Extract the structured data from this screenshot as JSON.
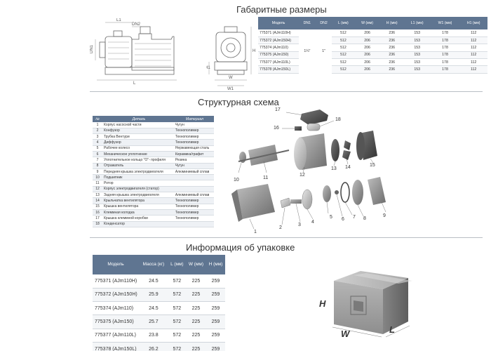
{
  "titles": {
    "dimensions": "Габаритные размеры",
    "structure": "Структурная схема",
    "packaging": "Информация об упаковке"
  },
  "dimensions_table": {
    "headers": [
      "Модель",
      "DN1",
      "DN2",
      "L (мм)",
      "W (мм)",
      "H (мм)",
      "L1 (мм)",
      "W1 (мм)",
      "H1 (мм)"
    ],
    "dn1": "1¼\"",
    "dn2": "1\"",
    "rows": [
      {
        "model": "775371 (AJm110H)",
        "L": "512",
        "W": "206",
        "H": "236",
        "L1": "153",
        "W1": "178",
        "H1": "112"
      },
      {
        "model": "775372 (AJm150H)",
        "L": "512",
        "W": "206",
        "H": "236",
        "L1": "153",
        "W1": "178",
        "H1": "112"
      },
      {
        "model": "775374 (AJm110)",
        "L": "512",
        "W": "206",
        "H": "236",
        "L1": "153",
        "W1": "178",
        "H1": "112"
      },
      {
        "model": "775375 (AJm150)",
        "L": "512",
        "W": "206",
        "H": "236",
        "L1": "153",
        "W1": "178",
        "H1": "112"
      },
      {
        "model": "775377 (AJm110L)",
        "L": "512",
        "W": "206",
        "H": "236",
        "L1": "153",
        "W1": "178",
        "H1": "112"
      },
      {
        "model": "775378 (AJm150L)",
        "L": "512",
        "W": "206",
        "H": "236",
        "L1": "153",
        "W1": "178",
        "H1": "112"
      }
    ]
  },
  "drawing_labels": {
    "dn1": "DN1",
    "dn2": "DN2",
    "l": "L",
    "l1": "L1",
    "h": "H",
    "h1": "H1",
    "w": "W",
    "w1": "W1"
  },
  "parts_table": {
    "headers": [
      "№",
      "Деталь",
      "Материал"
    ],
    "rows": [
      {
        "n": "1",
        "part": "Корпус насосной части",
        "material": "Чугун"
      },
      {
        "n": "2",
        "part": "Конфузор",
        "material": "Технополимер"
      },
      {
        "n": "3",
        "part": "Трубка Вентури",
        "material": "Технополимер"
      },
      {
        "n": "4",
        "part": "Диффузор",
        "material": "Технополимер"
      },
      {
        "n": "5",
        "part": "Рабочее колесо",
        "material": "Нержавеющая сталь"
      },
      {
        "n": "6",
        "part": "Механическое уплотнение",
        "material": "Керамика/графит"
      },
      {
        "n": "7",
        "part": "Уплотнительное кольцо \"O\"- профиля",
        "material": "Резина"
      },
      {
        "n": "8",
        "part": "Отражатель",
        "material": "Чугун"
      },
      {
        "n": "9",
        "part": "Передняя крышка электродвигателя",
        "material": "Алюминиевый сплав"
      },
      {
        "n": "10",
        "part": "Подшипник",
        "material": ""
      },
      {
        "n": "11",
        "part": "Ротор",
        "material": ""
      },
      {
        "n": "12",
        "part": "Корпус электродвигателя (статор)",
        "material": ""
      },
      {
        "n": "13",
        "part": "Задняя крышка электродвигателя",
        "material": "Алюминиевый сплав"
      },
      {
        "n": "14",
        "part": "Крыльчатка вентилятора",
        "material": "Технополимер"
      },
      {
        "n": "15",
        "part": "Крышка вентилятора",
        "material": "Технополимер"
      },
      {
        "n": "16",
        "part": "Клеммная колодка",
        "material": "Технополимер"
      },
      {
        "n": "17",
        "part": "Крышка клеммной коробки",
        "material": "Технополимер"
      },
      {
        "n": "18",
        "part": "Конденсатор",
        "material": ""
      }
    ]
  },
  "exploded_callouts": [
    "1",
    "2",
    "3",
    "4",
    "5",
    "6",
    "7",
    "8",
    "9",
    "10",
    "11",
    "12",
    "13",
    "14",
    "15",
    "16",
    "17",
    "18"
  ],
  "packaging_table": {
    "headers": [
      "Модель",
      "Масса (кг)",
      "L (мм)",
      "W (мм)",
      "H (мм)"
    ],
    "rows": [
      {
        "model": "775371 (AJm110H)",
        "mass": "24.5",
        "L": "572",
        "W": "225",
        "H": "259"
      },
      {
        "model": "775372 (AJm150H)",
        "mass": "25.9",
        "L": "572",
        "W": "225",
        "H": "259"
      },
      {
        "model": "775374 (AJm110)",
        "mass": "24.5",
        "L": "572",
        "W": "225",
        "H": "259"
      },
      {
        "model": "775375 (AJm150)",
        "mass": "25.7",
        "L": "572",
        "W": "225",
        "H": "259"
      },
      {
        "model": "775377 (AJm110L)",
        "mass": "23.8",
        "L": "572",
        "W": "225",
        "H": "259"
      },
      {
        "model": "775378 (AJm150L)",
        "mass": "26.2",
        "L": "572",
        "W": "225",
        "H": "259"
      }
    ]
  },
  "box_labels": {
    "h": "H",
    "w": "W",
    "l": "L"
  },
  "colors": {
    "header_bg": "#5f7591",
    "part_dark": "#4a4a4a",
    "part_mid": "#8a8a8a"
  }
}
